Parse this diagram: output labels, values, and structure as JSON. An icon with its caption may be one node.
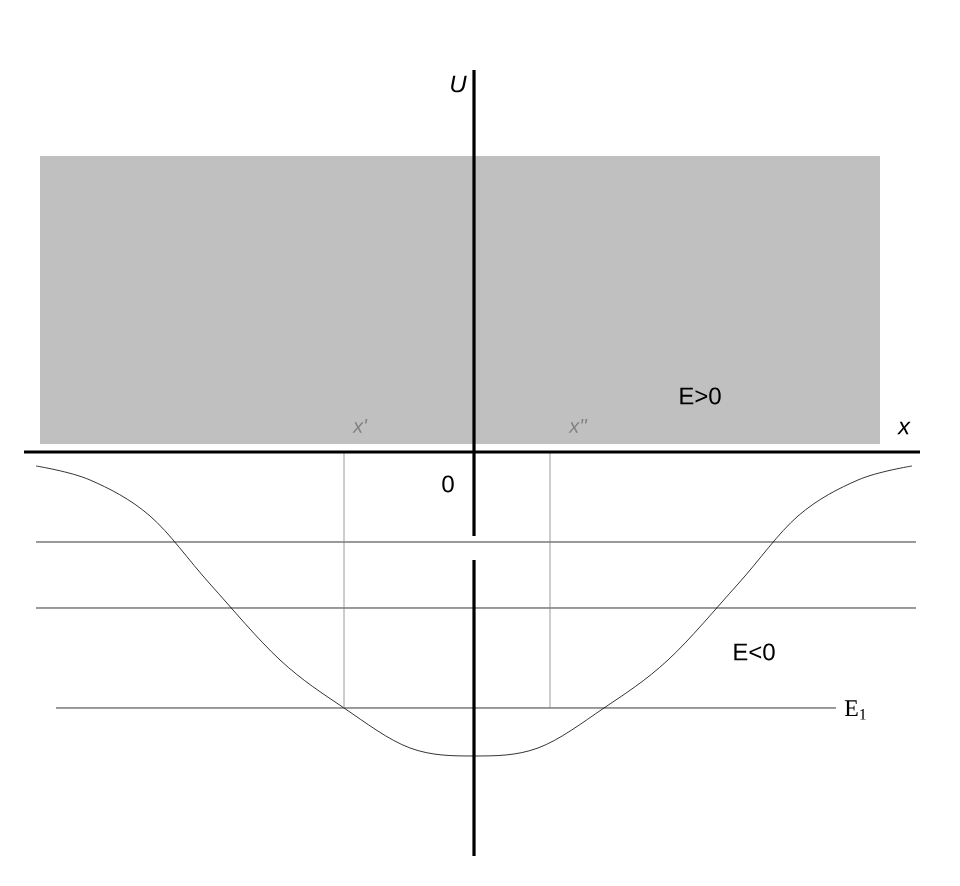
{
  "diagram": {
    "nodes": [
      {
        "text": [
          "E>0"
        ]
      }
    ],
    "labels": [
      "U",
      "x'",
      "x''",
      "x",
      "0",
      "E<0",
      "E$_{1}$"
    ]
  }
}
